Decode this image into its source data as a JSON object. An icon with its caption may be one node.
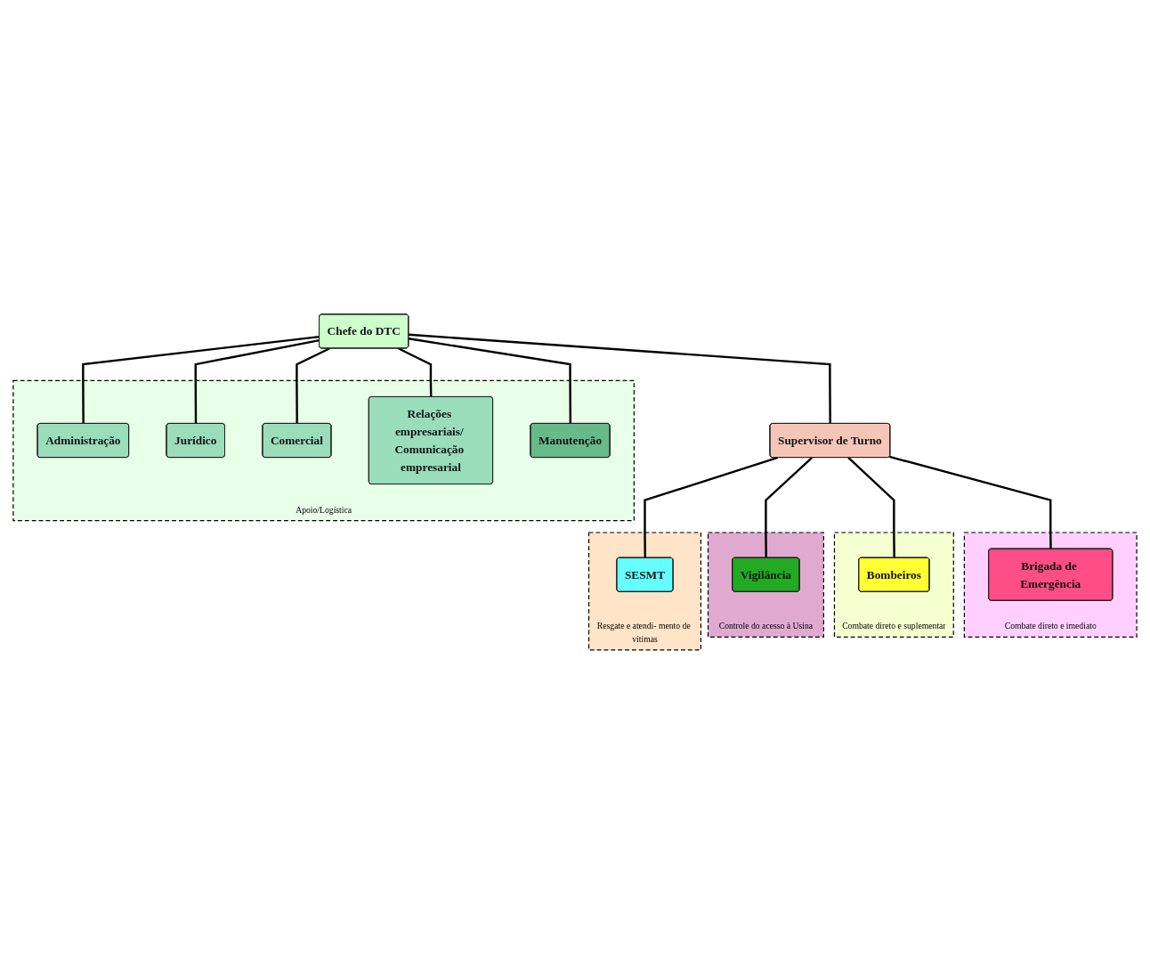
{
  "diagram": {
    "nodes": [
      {
        "text": [
          "Chefe do DTC"
        ]
      },
      {
        "text": [
          "Apoio/Logística"
        ]
      },
      {
        "text": [
          "Administração"
        ],
        "in": 1
      },
      {
        "text": [
          "Jurídico"
        ],
        "in": 1
      },
      {
        "text": [
          "Comercial"
        ],
        "in": 1
      },
      {
        "text": [
          "Relações empresariais/ Comunicação empresarial"
        ],
        "in": 1
      },
      {
        "text": [
          "Manutenção"
        ],
        "in": 1
      },
      {
        "text": [
          "Supervisor de Turno"
        ]
      },
      {
        "text": [
          "Combate direto e imediato"
        ]
      },
      {
        "text": [
          "Brigada de Emergência"
        ],
        "in": 8
      },
      {
        "text": [
          "Combate direto e suplementar"
        ]
      },
      {
        "text": [
          "Bombeiros"
        ],
        "in": 10
      },
      {
        "text": [
          "Controle do acesso à Usina"
        ]
      },
      {
        "text": [
          "Vigilância"
        ],
        "in": 12
      },
      {
        "text": [
          "Resgate e atendi- mento de vítimas"
        ]
      },
      {
        "text": [
          "SESMT"
        ],
        "in": 14
      }
    ],
    "edges": [
      {
        "from": 0,
        "to": 7,
        "arrow": "none"
      },
      {
        "from": 0,
        "to": 2,
        "arrow": "none"
      },
      {
        "from": 0,
        "to": 3,
        "arrow": "none"
      },
      {
        "from": 0,
        "to": 4,
        "arrow": "none"
      },
      {
        "from": 0,
        "to": 5,
        "arrow": "none"
      },
      {
        "from": 0,
        "to": 6,
        "arrow": "none"
      },
      {
        "from": 7,
        "to": 9,
        "arrow": "none"
      },
      {
        "from": 7,
        "to": 11,
        "arrow": "none"
      },
      {
        "from": 7,
        "to": 13,
        "arrow": "none"
      },
      {
        "from": 7,
        "to": 15,
        "arrow": "none"
      }
    ]
  }
}
